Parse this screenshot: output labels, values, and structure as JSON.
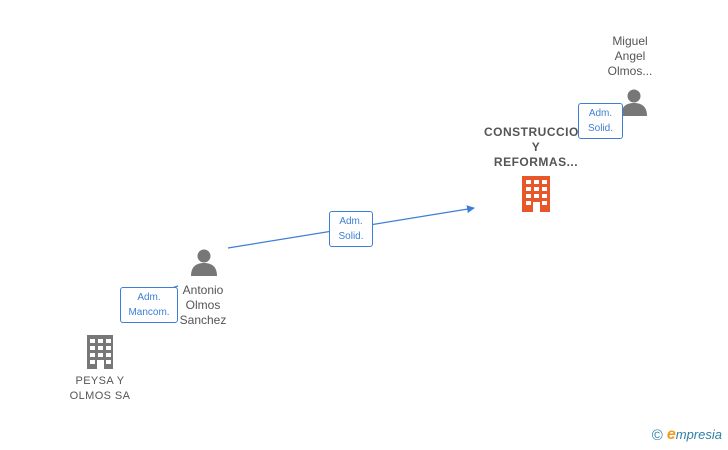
{
  "nodes": {
    "main_company": {
      "lines": [
        "CONSTRUCCION",
        "Y",
        "REFORMAS..."
      ],
      "color": "#e8572a"
    },
    "miguel": {
      "lines": [
        "Miguel",
        "Angel",
        "Olmos..."
      ]
    },
    "antonio": {
      "lines": [
        "Antonio",
        "Olmos",
        "Sanchez"
      ]
    },
    "peysa": {
      "lines": [
        "PEYSA Y",
        "OLMOS SA"
      ]
    }
  },
  "relations": {
    "miguel_to_main": [
      "Adm.",
      "Solid."
    ],
    "antonio_to_main": [
      "Adm.",
      "Solid."
    ],
    "antonio_to_peysa": [
      "Adm.",
      "Mancom."
    ]
  },
  "footer": {
    "copyright": "©",
    "brand_initial": "e",
    "brand_rest": "mpresia"
  },
  "colors": {
    "edge": "#3d7fd4",
    "person": "#777777",
    "company": "#777777",
    "accent": "#e8572a"
  }
}
